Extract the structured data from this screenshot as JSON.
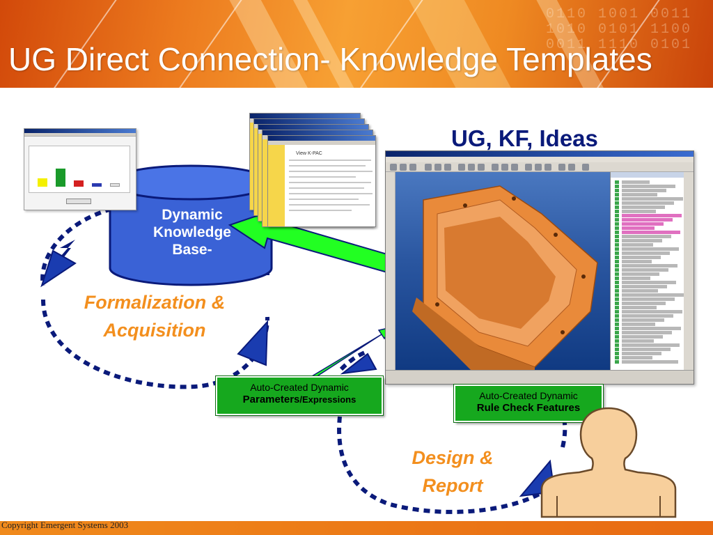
{
  "slide": {
    "title": "UG Direct Connection- Knowledge Templates",
    "copyright": "Copyright Emergent Systems 2003"
  },
  "knowledge_base": {
    "label_line1": "Dynamic",
    "label_line2": "Knowledge",
    "label_line3": "Base-",
    "fill_color": "#3a62d6"
  },
  "loops": {
    "top_line1": "Formalization &",
    "top_line2": "Acquisition",
    "bottom_line1": "Design &",
    "bottom_line2": "Report",
    "text_color": "#f38f1e",
    "dash_color": "#0a1a7a"
  },
  "kpac_window": {
    "title": "View K-PAC"
  },
  "cad": {
    "heading": "UG, KF, Ideas",
    "part_color": "#e98a3a"
  },
  "callouts": {
    "parameters_line1": "Auto-Created Dynamic",
    "parameters_line2_bold": "Parameters",
    "parameters_line2_rest": "/Expressions",
    "rules_line1": "Auto-Created Dynamic",
    "rules_line2": "Rule Check Features",
    "arrow_color": "#22ff22"
  },
  "icons": {
    "person": "person-icon",
    "database": "database-icon"
  }
}
